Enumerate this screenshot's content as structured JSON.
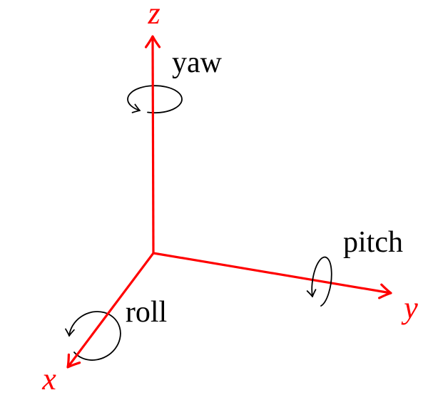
{
  "diagram": {
    "type": "3d-coordinate-frame-with-rotations",
    "background_color": "#ffffff",
    "axis_color": "#ff0000",
    "rotation_color": "#000000",
    "axes": [
      {
        "name": "x",
        "label": "x",
        "direction": "down-left"
      },
      {
        "name": "y",
        "label": "y",
        "direction": "down-right"
      },
      {
        "name": "z",
        "label": "z",
        "direction": "up"
      }
    ],
    "rotations": [
      {
        "name": "roll",
        "label": "roll",
        "about_axis": "x"
      },
      {
        "name": "pitch",
        "label": "pitch",
        "about_axis": "y"
      },
      {
        "name": "yaw",
        "label": "yaw",
        "about_axis": "z"
      }
    ]
  }
}
